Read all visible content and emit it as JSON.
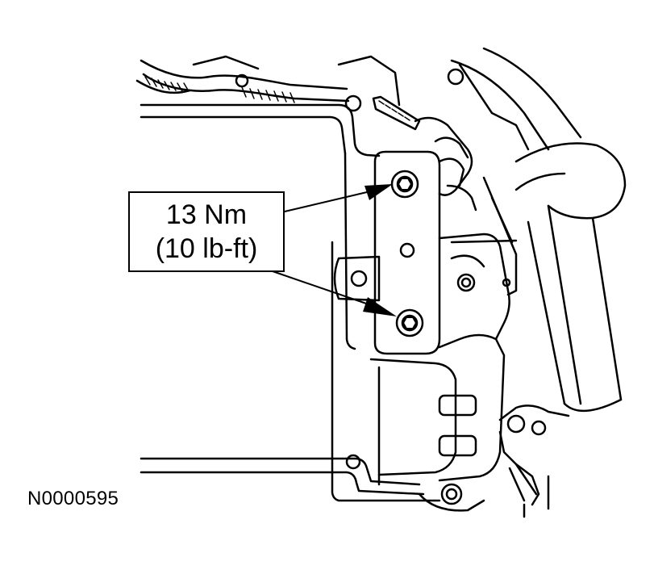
{
  "callout": {
    "torque_nm": "13 Nm",
    "torque_lbft": "(10 lb-ft)"
  },
  "figure_id": "N0000595",
  "colors": {
    "line": "#000000",
    "background": "#ffffff"
  }
}
